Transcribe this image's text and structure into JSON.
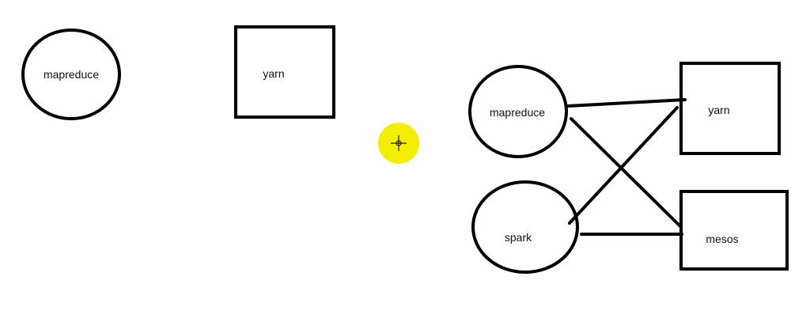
{
  "left_group": {
    "ellipse_label": "mapreduce",
    "box_label": "yarn"
  },
  "right_group": {
    "mapreduce_label": "mapreduce",
    "spark_label": "spark",
    "yarn_label": "yarn",
    "mesos_label": "mesos"
  },
  "colors": {
    "background": "#fefefe",
    "stroke": "#000000",
    "cursor_highlight": "#f3ee00"
  },
  "icons": {
    "pointer": "crosshair-cursor-icon"
  }
}
